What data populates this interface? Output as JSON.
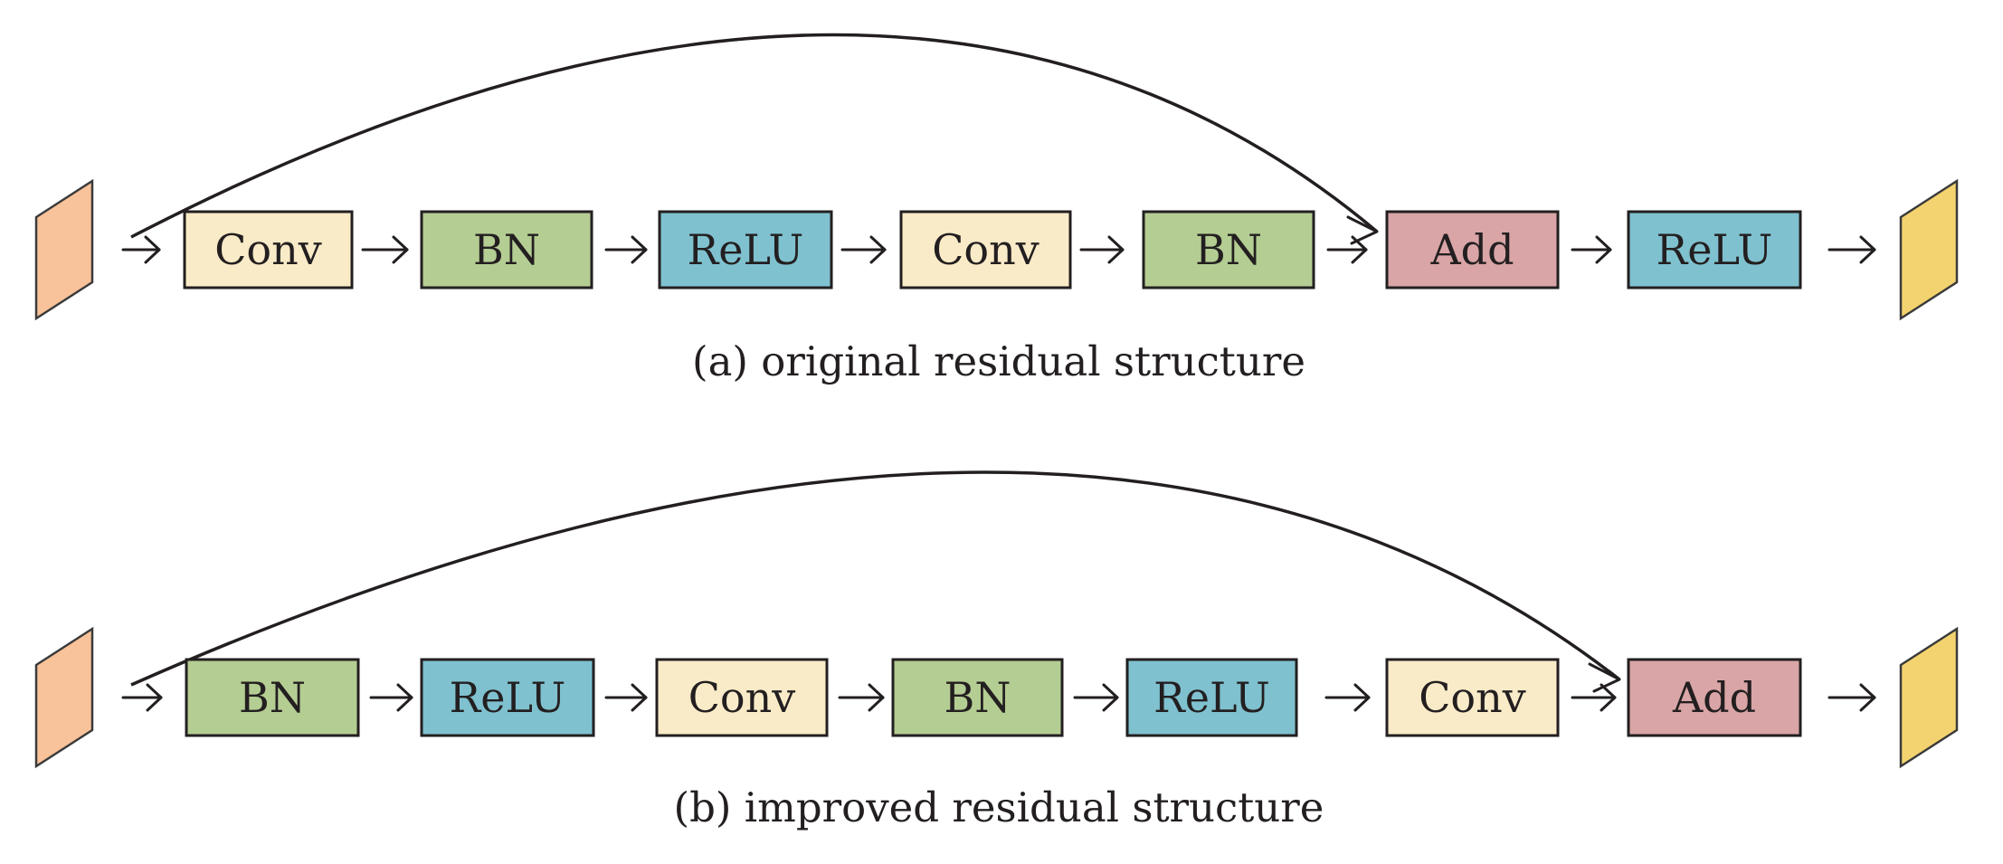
{
  "colors": {
    "conv": "#faebc8",
    "bn": "#b4cd93",
    "relu": "#7fc1cf",
    "add": "#d9a5a6",
    "input": "#f8c29a",
    "output": "#f3d36f",
    "stroke": "#231f20"
  },
  "structures": [
    {
      "id": "original",
      "caption": "(a) original residual structure",
      "blocks": [
        {
          "label": "Conv",
          "kind": "conv"
        },
        {
          "label": "BN",
          "kind": "bn"
        },
        {
          "label": "ReLU",
          "kind": "relu"
        },
        {
          "label": "Conv",
          "kind": "conv"
        },
        {
          "label": "BN",
          "kind": "bn"
        },
        {
          "label": "Add",
          "kind": "add"
        },
        {
          "label": "ReLU",
          "kind": "relu"
        }
      ],
      "skip_to_block": 5
    },
    {
      "id": "improved",
      "caption": "(b) improved residual structure",
      "blocks": [
        {
          "label": "BN",
          "kind": "bn"
        },
        {
          "label": "ReLU",
          "kind": "relu"
        },
        {
          "label": "Conv",
          "kind": "conv"
        },
        {
          "label": "BN",
          "kind": "bn"
        },
        {
          "label": "ReLU",
          "kind": "relu"
        },
        {
          "label": "Conv",
          "kind": "conv"
        },
        {
          "label": "Add",
          "kind": "add"
        }
      ],
      "skip_to_block": 6
    }
  ]
}
